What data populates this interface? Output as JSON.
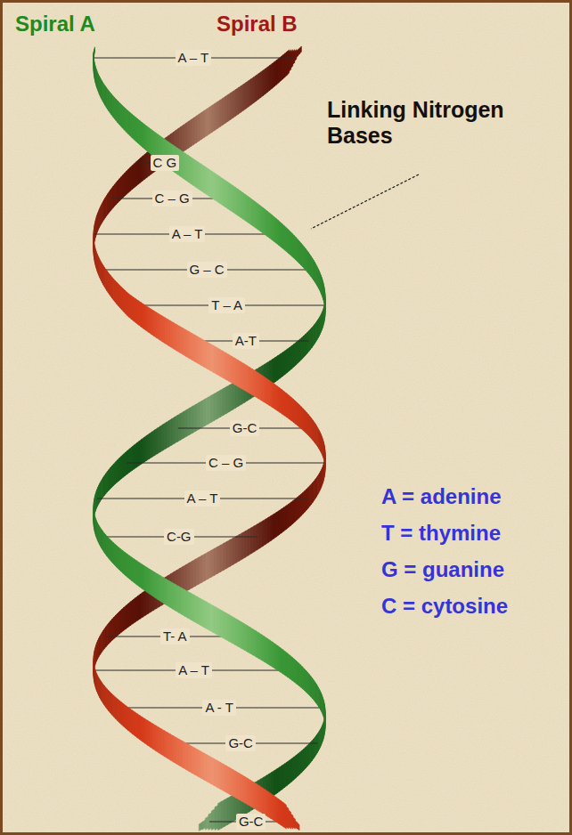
{
  "diagram": {
    "labels": [
      "Spiral A",
      "Spiral B",
      "Linking Nitrogen Bases",
      "A – T",
      "C G",
      "C – G",
      "A – T",
      "G – C",
      "T – A",
      "A-T",
      "G-C",
      "C – G",
      "A – T",
      "C-G",
      "T- A",
      "A – T",
      "A - T",
      "G-C",
      "G-C",
      "A = adenine",
      "T = thymine",
      "G = guanine",
      "C = cytosine"
    ]
  }
}
